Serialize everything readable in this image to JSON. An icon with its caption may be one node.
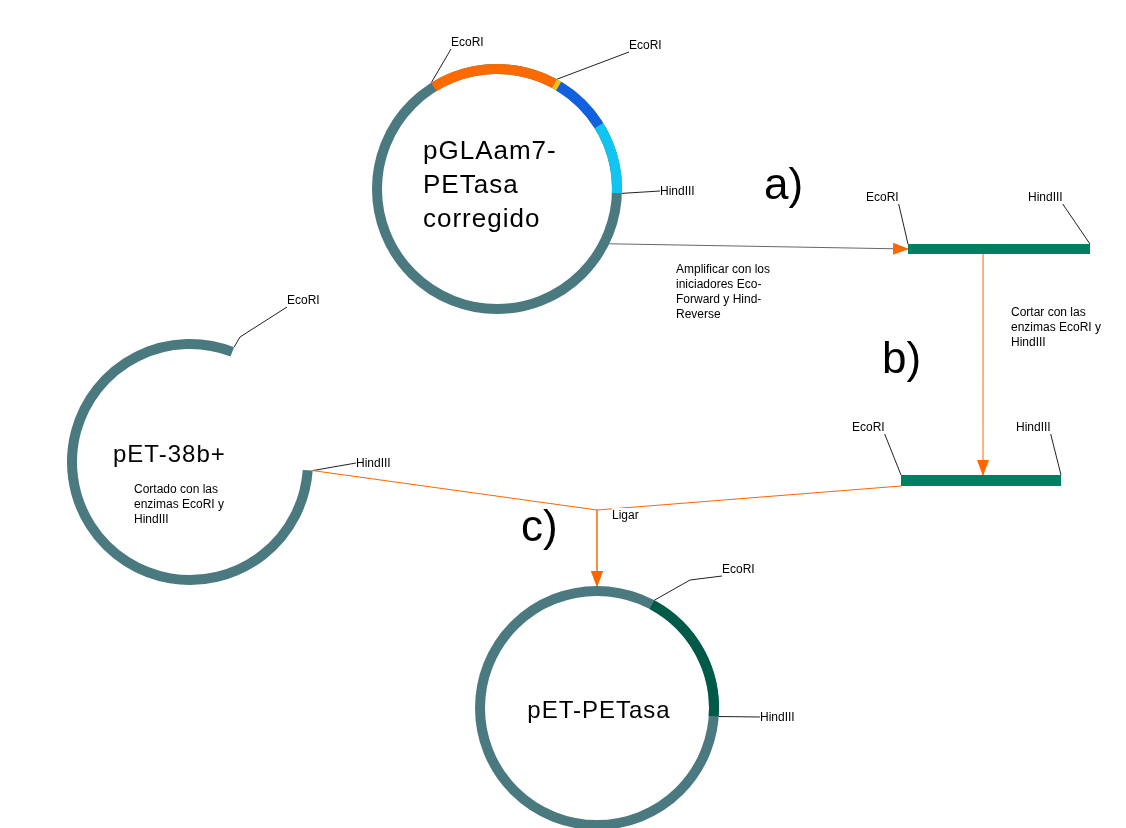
{
  "diagram": {
    "nodes": [
      {
        "text": [
          "pGLAam7- PETasa corregido"
        ]
      },
      {
        "text": [
          "EcoRI"
        ]
      },
      {
        "text": [
          "EcoRI"
        ]
      },
      {
        "text": [
          "HindIII"
        ]
      },
      {
        "text": [],
        "shape": "bar"
      },
      {
        "text": [
          "EcoRI"
        ]
      },
      {
        "text": [
          "HindIII"
        ]
      },
      {
        "text": [],
        "shape": "bar"
      },
      {
        "text": [
          "EcoRI"
        ]
      },
      {
        "text": [
          "HindIII"
        ]
      },
      {
        "text": [
          "pET-38b+",
          "Cortado con las enzimas EcoRI y HindIII"
        ]
      },
      {
        "text": [
          "EcoRI"
        ]
      },
      {
        "text": [
          "HindIII"
        ]
      },
      {
        "text": [
          "pET-PETasa"
        ]
      },
      {
        "text": [
          "EcoRI"
        ]
      },
      {
        "text": [
          "HindIII"
        ]
      }
    ],
    "edges": [
      {
        "from": 1,
        "to": 0,
        "arrow": "none"
      },
      {
        "from": 2,
        "to": 0,
        "arrow": "none"
      },
      {
        "from": 3,
        "to": 0,
        "arrow": "none"
      },
      {
        "from": 5,
        "to": 4,
        "arrow": "none"
      },
      {
        "from": 6,
        "to": 4,
        "arrow": "none"
      },
      {
        "from": 8,
        "to": 7,
        "arrow": "none"
      },
      {
        "from": 9,
        "to": 7,
        "arrow": "none"
      },
      {
        "from": 11,
        "to": 10,
        "arrow": "none"
      },
      {
        "from": 12,
        "to": 10,
        "arrow": "none"
      },
      {
        "from": 14,
        "to": 13,
        "arrow": "none"
      },
      {
        "from": 15,
        "to": 13,
        "arrow": "none"
      },
      {
        "from": 0,
        "to": 4,
        "arrow": "to",
        "label": "Amplificar con los iniciadores Eco-Forward y Hind-Reverse",
        "color": "#666666"
      },
      {
        "from": 4,
        "to": 7,
        "arrow": "to",
        "label": "Cortar con las enzimas EcoRI y HindIII",
        "color": "#ff6600"
      },
      {
        "from": 10,
        "to": 13,
        "arrow": "to",
        "label": "Ligar",
        "color": "#ff6600"
      },
      {
        "from": 7,
        "to": 13,
        "arrow": "to",
        "color": "#ff6600"
      }
    ],
    "labels": [
      "a)",
      "b)",
      "c)"
    ]
  }
}
